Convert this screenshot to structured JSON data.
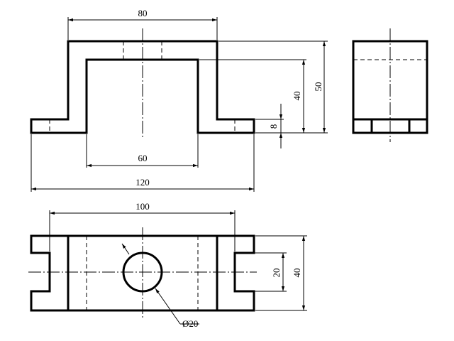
{
  "dimensions": {
    "front_top_width": "80",
    "front_inner_width": "60",
    "front_overall_width": "120",
    "front_height_total": "50",
    "front_height_inner": "40",
    "front_flange_thickness": "8",
    "top_length": "100",
    "top_slot_width": "20",
    "top_depth": "40",
    "hole_diameter": "Ø20"
  }
}
